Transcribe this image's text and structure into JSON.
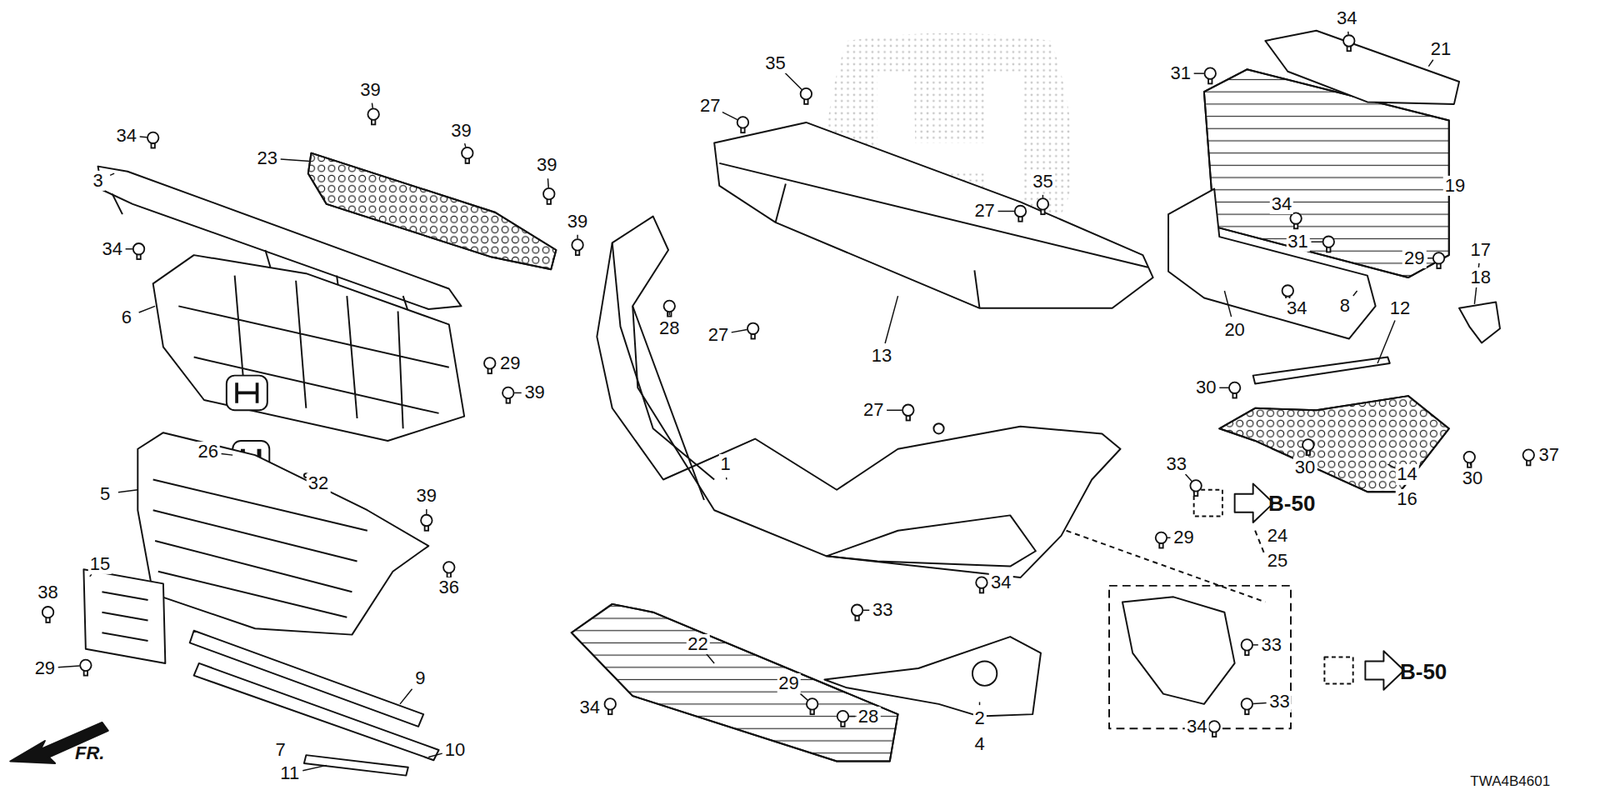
{
  "diagram": {
    "labels": [
      "34",
      "3",
      "34",
      "6",
      "39",
      "23",
      "39",
      "39",
      "39",
      "29",
      "39",
      "26",
      "32",
      "5",
      "39",
      "36",
      "15",
      "38",
      "29",
      "9",
      "7",
      "10",
      "11",
      "35",
      "27",
      "28",
      "27",
      "35",
      "27",
      "13",
      "27",
      "1",
      "34",
      "21",
      "31",
      "19",
      "34",
      "31",
      "34",
      "8",
      "20",
      "29",
      "17",
      "18",
      "12",
      "30",
      "30",
      "30",
      "14",
      "16",
      "37",
      "33",
      "B-50",
      "29",
      "24",
      "25",
      "33",
      "B-50",
      "33",
      "34",
      "33",
      "34",
      "22",
      "34",
      "29",
      "28",
      "2",
      "4",
      "FR.",
      "TWA4B4601"
    ]
  }
}
